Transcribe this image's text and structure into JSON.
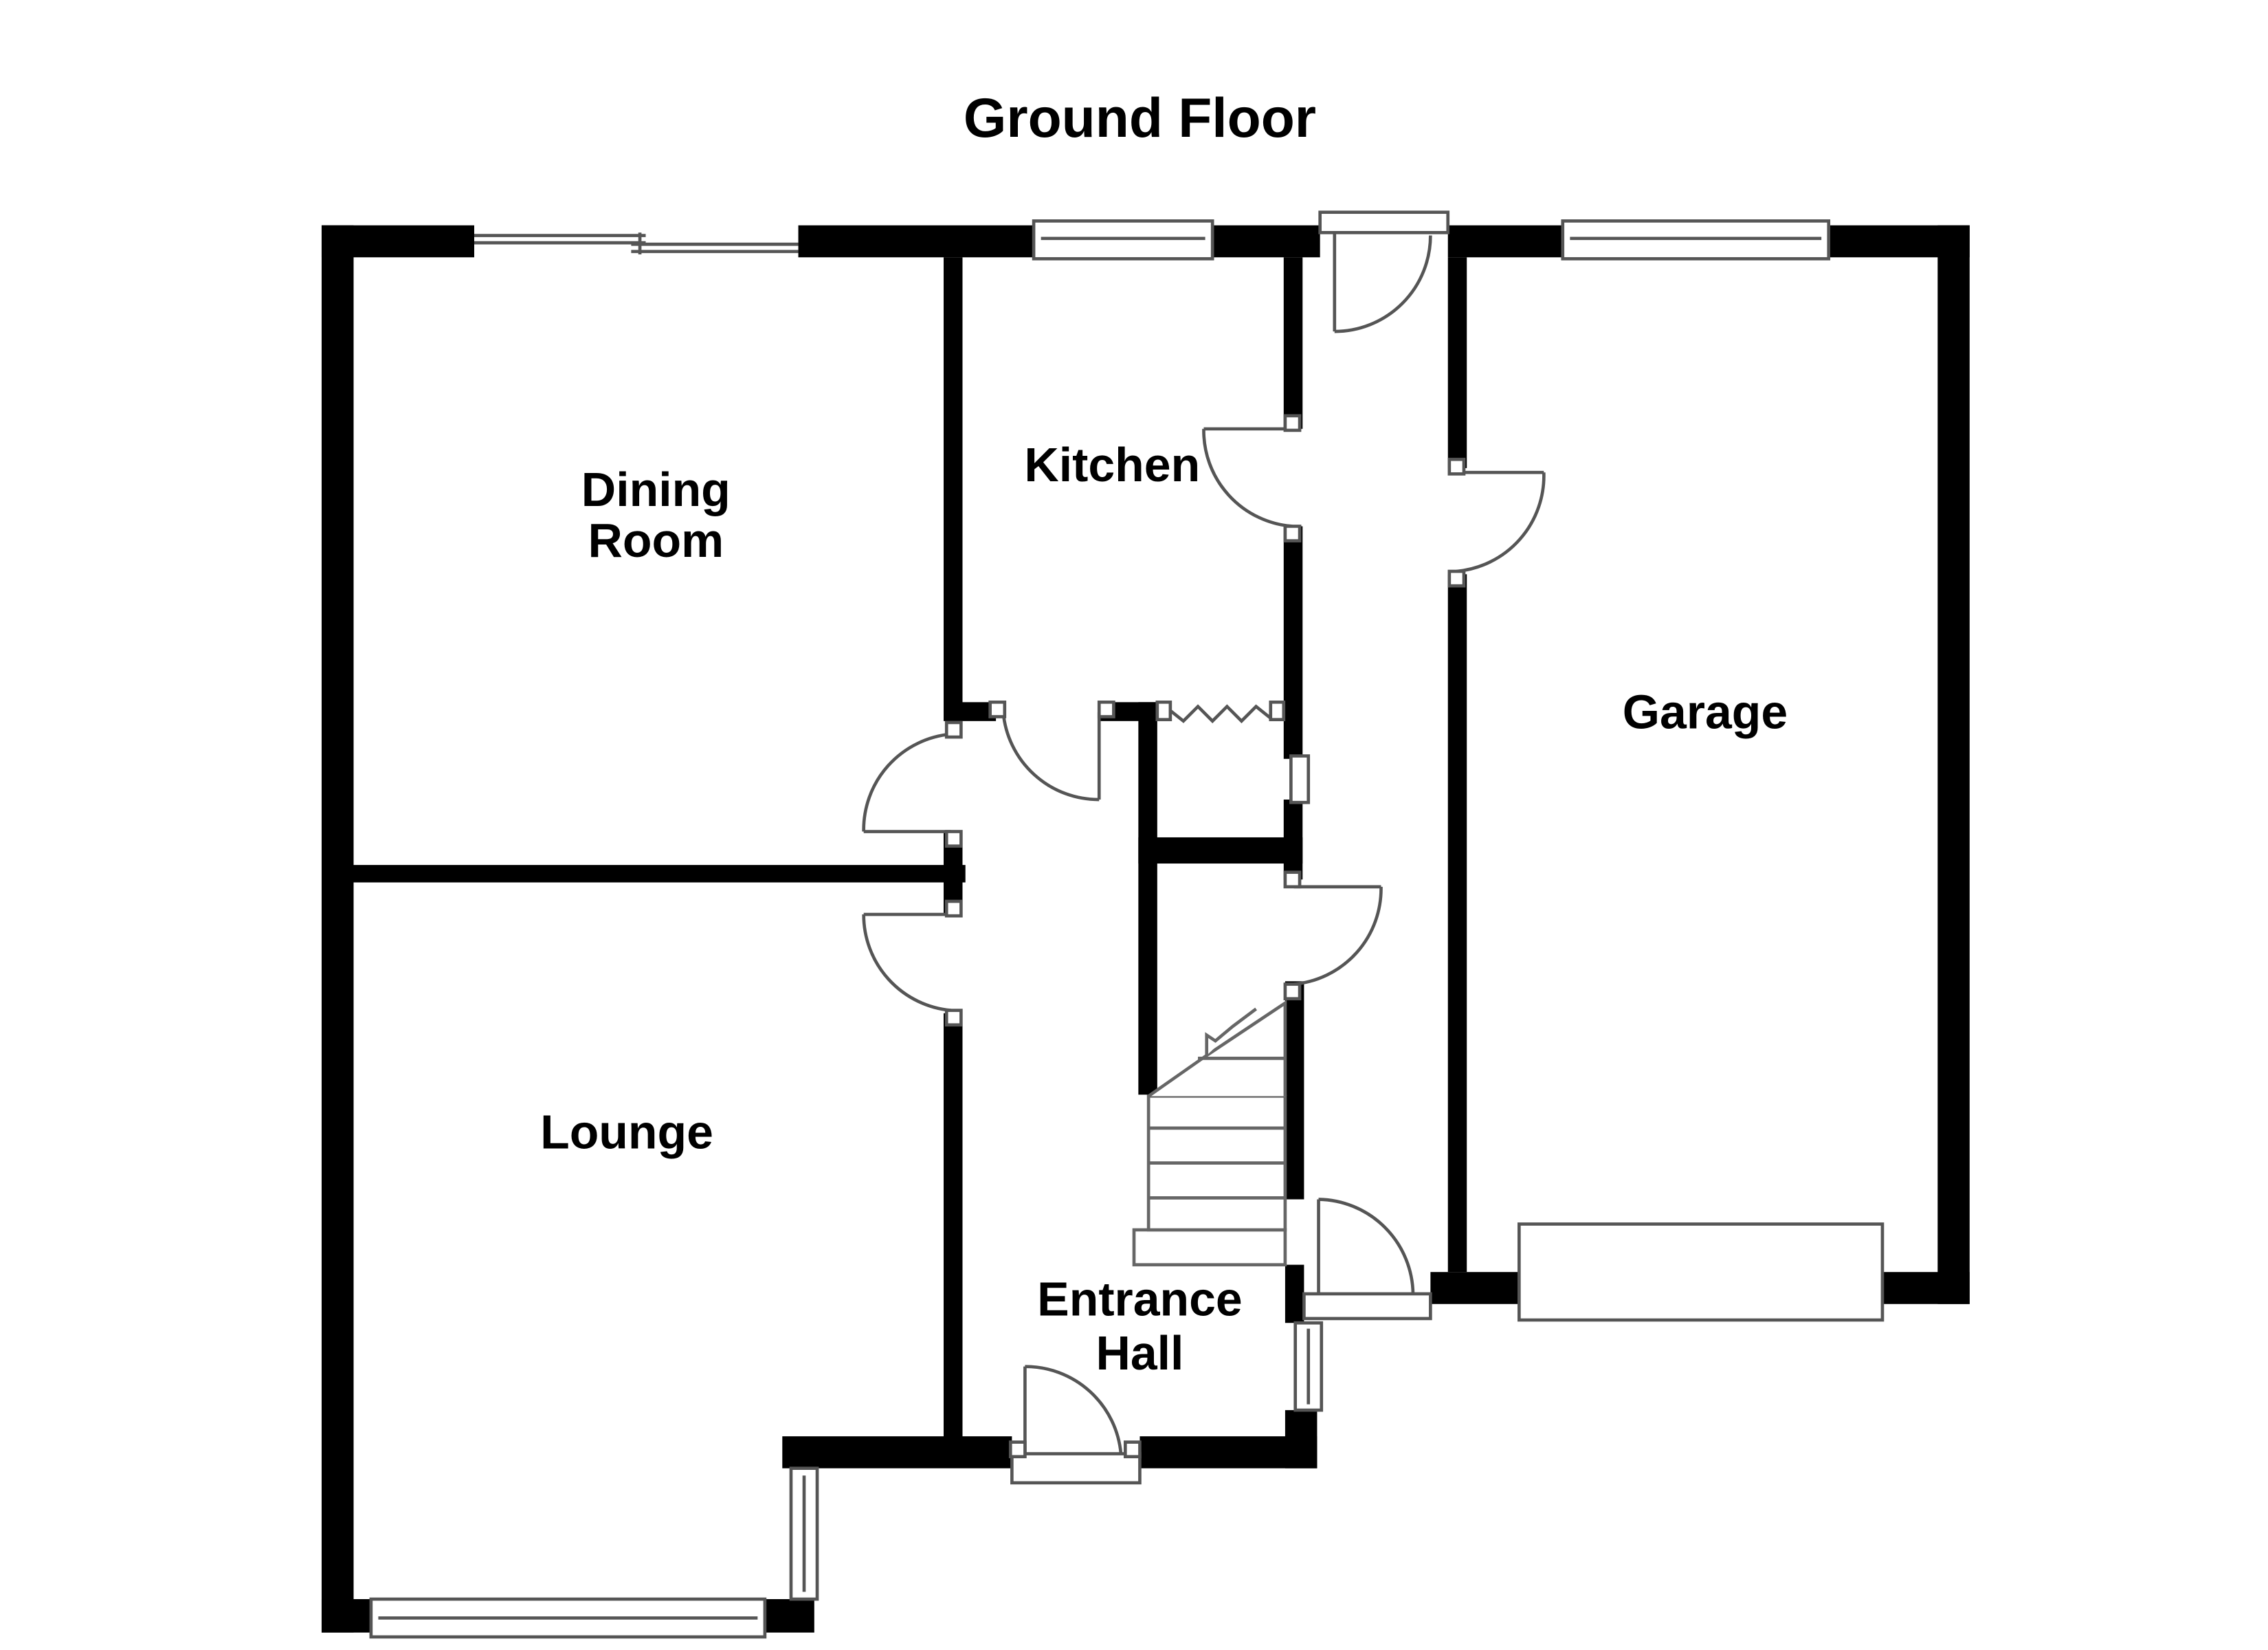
{
  "floor_title": "Ground Floor",
  "rooms": {
    "dining_room": [
      "Dining",
      "Room"
    ],
    "kitchen": "Kitchen",
    "garage": "Garage",
    "lounge": "Lounge",
    "entrance_hall": [
      "Entrance",
      "Hall"
    ]
  },
  "colors": {
    "wall": "#000000",
    "background": "#ffffff",
    "fixture_line": "#555555"
  }
}
